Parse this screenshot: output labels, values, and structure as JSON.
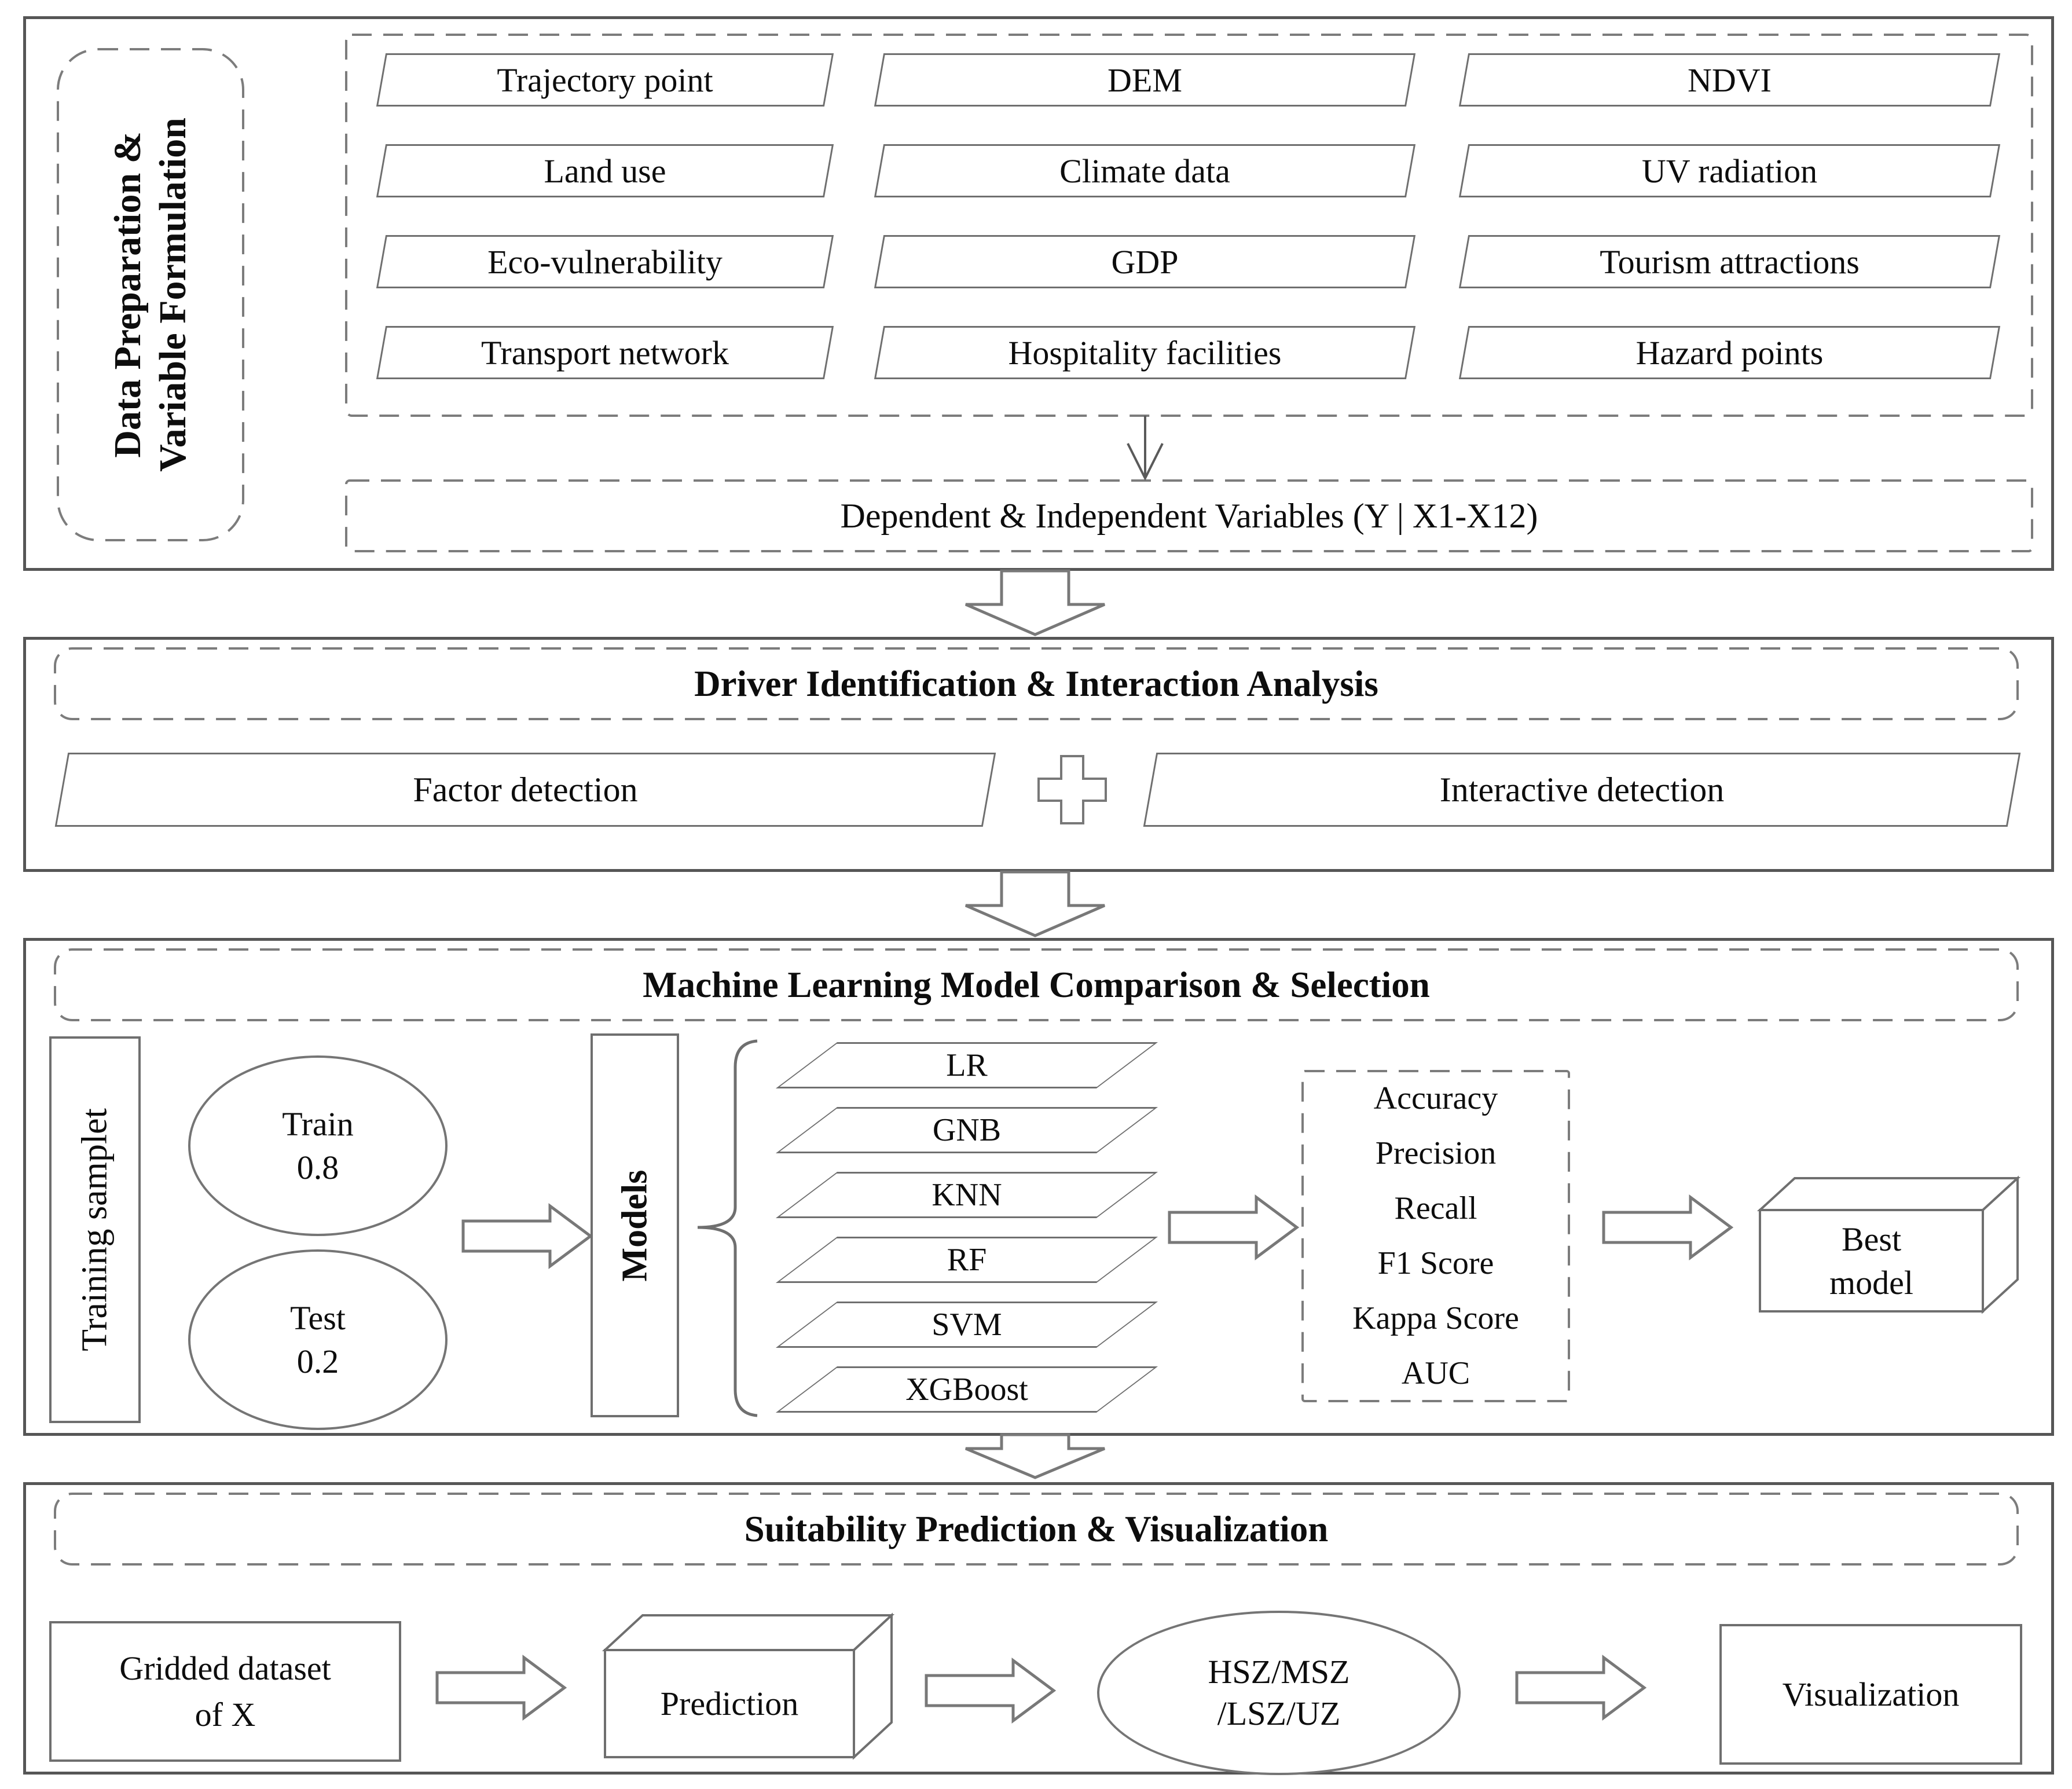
{
  "figure": {
    "type": "methodology-flowchart"
  },
  "colors": {
    "section_border": "#565656",
    "dashed_line": "#7c7c7c",
    "shape_border": "#6f6f6f",
    "text": "#0d0d0d",
    "background": "#ffffff"
  },
  "section1": {
    "side_label_line1": "Data Preparation &",
    "side_label_line2": "Variable Formulation",
    "inputs": [
      "Trajectory point",
      "DEM",
      "NDVI",
      "Land use",
      "Climate data",
      "UV radiation",
      "Eco-vulnerability",
      "GDP",
      "Tourism attractions",
      "Transport network",
      "Hospitality facilities",
      "Hazard points"
    ],
    "variables_label": "Dependent & Independent Variables (Y | X1-X12)"
  },
  "section2": {
    "title": "Driver Identification & Interaction Analysis",
    "factor_label": "Factor detection",
    "interactive_label": "Interactive detection"
  },
  "section3": {
    "title": "Machine Learning Model Comparison & Selection",
    "training_label": "Training samplet",
    "train_name": "Train",
    "train_value": "0.8",
    "test_name": "Test",
    "test_value": "0.2",
    "models_label": "Models",
    "models": [
      "LR",
      "GNB",
      "KNN",
      "RF",
      "SVM",
      "XGBoost"
    ],
    "metrics": [
      "Accuracy",
      "Precision",
      "Recall",
      "F1 Score",
      "Kappa Score",
      "AUC"
    ],
    "best_model_line1": "Best",
    "best_model_line2": "model"
  },
  "section4": {
    "title": "Suitability Prediction & Visualization",
    "gridded_line1": "Gridded dataset",
    "gridded_line2": "of X",
    "prediction_label": "Prediction",
    "zones_line1": "HSZ/MSZ",
    "zones_line2": "/LSZ/UZ",
    "visualization_label": "Visualization"
  }
}
